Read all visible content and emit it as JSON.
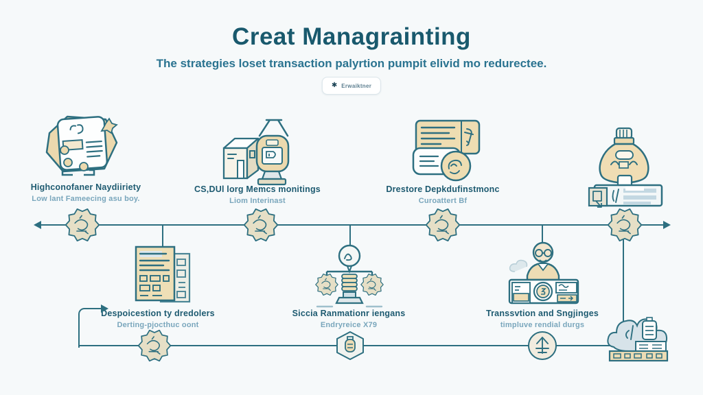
{
  "header": {
    "title": "Creat Managrainting",
    "subtitle": "The strategies loset transaction palyrtion pumpit elivid mo redurectee.",
    "chip_label": "Erwaiktner",
    "chip_icon": "✱"
  },
  "top_items": [
    {
      "label": "Highconofaner Naydiiriety",
      "sublabel": "Low lant Fameecing asu boy.",
      "icon": "envelope-document"
    },
    {
      "label": "CS,DUl lorg Memcs monitings",
      "sublabel": "Liom Interinast",
      "icon": "box-and-jar"
    },
    {
      "label": "Drestore Depkdufinstmonc",
      "sublabel": "Curoattert Bf",
      "icon": "card-and-coin"
    },
    {
      "label": "",
      "sublabel": "",
      "icon": "money-bag-and-card"
    }
  ],
  "bottom_items": [
    {
      "label": "Despoicestion ty dredolers",
      "sublabel": "Derting-pjocthuc oont",
      "icon": "stacked-documents"
    },
    {
      "label": "Siccia Ranmationr iengans",
      "sublabel": "Endryreice X79",
      "icon": "balance-scale"
    },
    {
      "label": "Transsvtion and Sngjinges",
      "sublabel": "timpluve rendial durgs",
      "icon": "person-at-desk"
    }
  ],
  "colors": {
    "background": "#f6f9fa",
    "title": "#19596d",
    "subtitle": "#2a7390",
    "label": "#1d5a70",
    "sublabel": "#79a6bc",
    "line": "#2d6f80",
    "illustration_beige": "#ecd9ae",
    "illustration_blue": "#d7e3e9",
    "badge_fill": "#e6dfc6"
  }
}
